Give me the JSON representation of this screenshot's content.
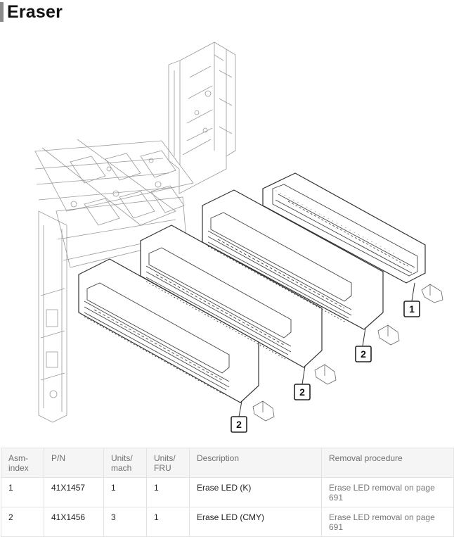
{
  "page": {
    "title": "Eraser"
  },
  "callouts": [
    "1",
    "2",
    "2",
    "2"
  ],
  "table": {
    "headers": {
      "asm_index": "Asm-\nindex",
      "pn": "P/N",
      "units_mach": "Units/\nmach",
      "units_fru": "Units/\nFRU",
      "description": "Description",
      "removal": "Removal procedure"
    },
    "rows": [
      {
        "asm_index": "1",
        "pn": "41X1457",
        "units_mach": "1",
        "units_fru": "1",
        "description": "Erase LED (K)",
        "removal": "Erase LED removal on page 691"
      },
      {
        "asm_index": "2",
        "pn": "41X1456",
        "units_mach": "3",
        "units_fru": "1",
        "description": "Erase LED (CMY)",
        "removal": "Erase LED removal on page 691"
      }
    ]
  },
  "colors": {
    "accent_bar": "#8a8a8a",
    "line_art": "#4a4a4a",
    "header_bg": "#f5f5f5"
  }
}
